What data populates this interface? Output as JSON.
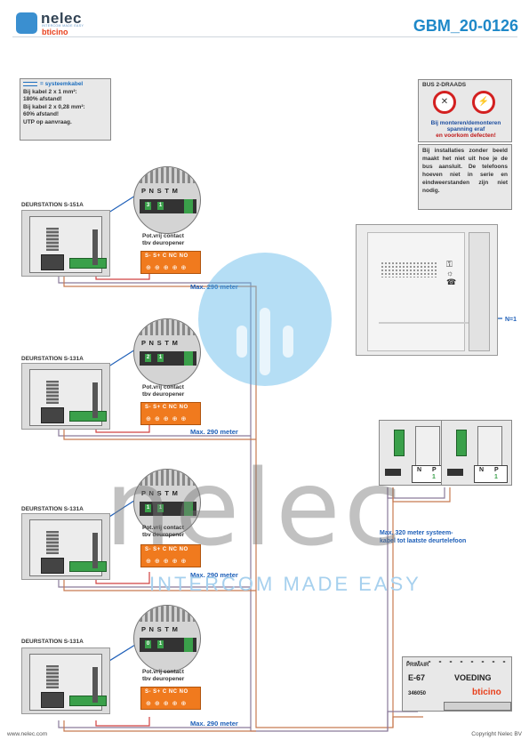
{
  "header": {
    "logo_name": "nelec",
    "logo_tagline": "INTERCOM MADE EASY",
    "logo_brand": "bticino",
    "doc_code": "GBM_20-0126"
  },
  "cable_note": {
    "legend": "= systeemkabel",
    "lines": [
      "Bij kabel 2 x 1 mm²:",
      "180% afstand!",
      "Bij kabel 2 x 0,28 mm²:",
      "60% afstand!",
      "UTP op aanvraag."
    ]
  },
  "warning": {
    "title": "BUS 2-DRAADS",
    "line1": "Bij monteren/demonteren",
    "line2": "spanning eraf",
    "line3": "en voorkom defecten!"
  },
  "info_note": "Bij installaties zonder beeld maakt het niet uit hoe je de bus aansluit. De telefoons hoeven niet in serie en eindweerstanden zijn niet nodig.",
  "stations": [
    {
      "label": "DEURSTATION S-151A",
      "circle_letters": "P N S T M",
      "switch_values": [
        "3",
        "1"
      ],
      "relay_label_1": "Pot.vrij contact",
      "relay_label_2": "tbv deuropener",
      "relay_terminals": "S- S+ C NC NO",
      "max_label": "Max. 290 meter"
    },
    {
      "label": "DEURSTATION S-131A",
      "circle_letters": "P N S T M",
      "switch_values": [
        "2",
        "1"
      ],
      "relay_label_1": "Pot.vrij contact",
      "relay_label_2": "tbv deuropener",
      "relay_terminals": "S- S+ C NC NO",
      "max_label": "Max. 290 meter"
    },
    {
      "label": "DEURSTATION S-131A",
      "circle_letters": "P N S T M",
      "switch_values": [
        "1",
        "1"
      ],
      "relay_label_1": "Pot.vrij contact",
      "relay_label_2": "tbv deuropener",
      "relay_terminals": "S- S+ C NC NO",
      "max_label": "Max. 290 meter"
    },
    {
      "label": "DEURSTATION S-131A",
      "circle_letters": "P N S T M",
      "switch_values": [
        "0",
        "1"
      ],
      "relay_label_1": "Pot.vrij contact",
      "relay_label_2": "tbv deuropener",
      "relay_terminals": "S- S+ C NC NO",
      "max_label": "Max. 290 meter"
    }
  ],
  "monitor": {
    "n_label": "N=1"
  },
  "phones": {
    "np_n": "N",
    "np_p": "P",
    "np_value": "1",
    "max_line1": "Max. 320 meter systeem-",
    "max_line2": "kabel tot laatste deurtelefoon"
  },
  "psu": {
    "primair": "PRIMAIR",
    "model": "E-67",
    "name": "VOEDING",
    "brand": "bticino",
    "code": "346050"
  },
  "footer": {
    "left": "www.nelec.com",
    "right": "Copyright Nelec BV"
  },
  "watermark": {
    "word": "nelec",
    "tagline": "INTERCOM MADE EASY"
  },
  "colors": {
    "accent": "#1e88c8",
    "cable": "#1e5fb8",
    "relay": "#f07a1e",
    "terminal_green": "#3aa04a",
    "warning_red": "#d32020",
    "brand_red": "#e8401c"
  }
}
